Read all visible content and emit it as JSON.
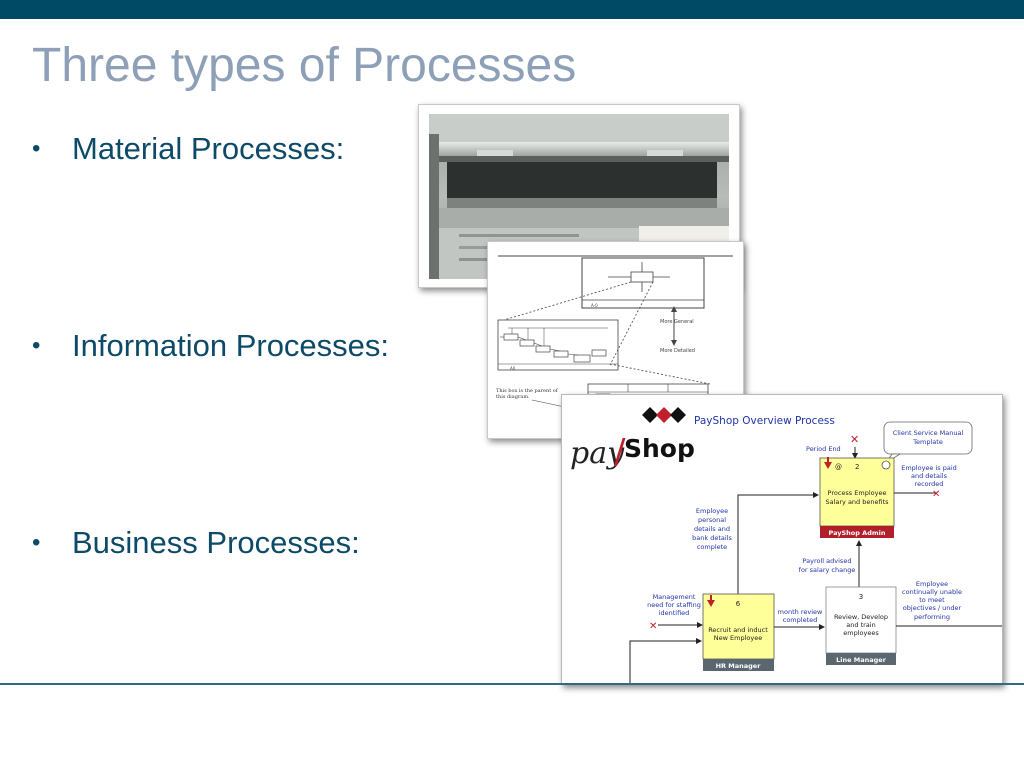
{
  "slide": {
    "title": "Three types of Processes",
    "bullets": [
      {
        "label": "Material Processes:"
      },
      {
        "label": "Information Processes:"
      },
      {
        "label": "Business Processes:"
      }
    ],
    "bullet_glyph": "•"
  },
  "colors": {
    "top_bar": "#004a66",
    "title": "#8da0b8",
    "bullet_text": "#0d4a68",
    "activity_yellow": "#ffff99",
    "owner_red": "#b11f2b",
    "owner_grey": "#5a6670",
    "arrow_blue": "#2a2ad0"
  },
  "idef_diagram": {
    "node_label": "A-0",
    "node_label_2": "A0",
    "more_general": "More General",
    "more_detailed": "More Detailed",
    "parent_note_line1": "This box is the parent of",
    "parent_note_line2": "this diagram."
  },
  "payshop": {
    "logo_pay": "pay",
    "logo_shop": "Shop",
    "logo_slash": "/",
    "title": "PayShop Overview Process",
    "callout_line1": "Client Service Manual",
    "callout_line2": "Template",
    "period_end": "Period End",
    "activity_2": {
      "number": "2",
      "at": "@",
      "line1": "Process Employee",
      "line2": "Salary and benefits",
      "owner": "PayShop Admin"
    },
    "out_paid": [
      "Employee is paid",
      "and details",
      "recorded"
    ],
    "in_employee_details": [
      "Employee",
      "personal",
      "details and",
      "bank details",
      "complete"
    ],
    "payroll_advised": [
      "Payroll advised",
      "for salary change"
    ],
    "activity_3": {
      "number": "3",
      "line1": "Review, Develop",
      "line2": "and train",
      "line3": "employees",
      "owner": "Line Manager"
    },
    "out_unable": [
      "Employee",
      "continually unable",
      "to meet",
      "objectives / under",
      "performing"
    ],
    "in_management": [
      "Management",
      "need for staffing",
      "identified"
    ],
    "activity_6": {
      "number": "6",
      "line1": "Recruit and induct",
      "line2": "New Employee",
      "owner": "HR Manager"
    },
    "month_review": [
      "month review",
      "completed"
    ]
  }
}
